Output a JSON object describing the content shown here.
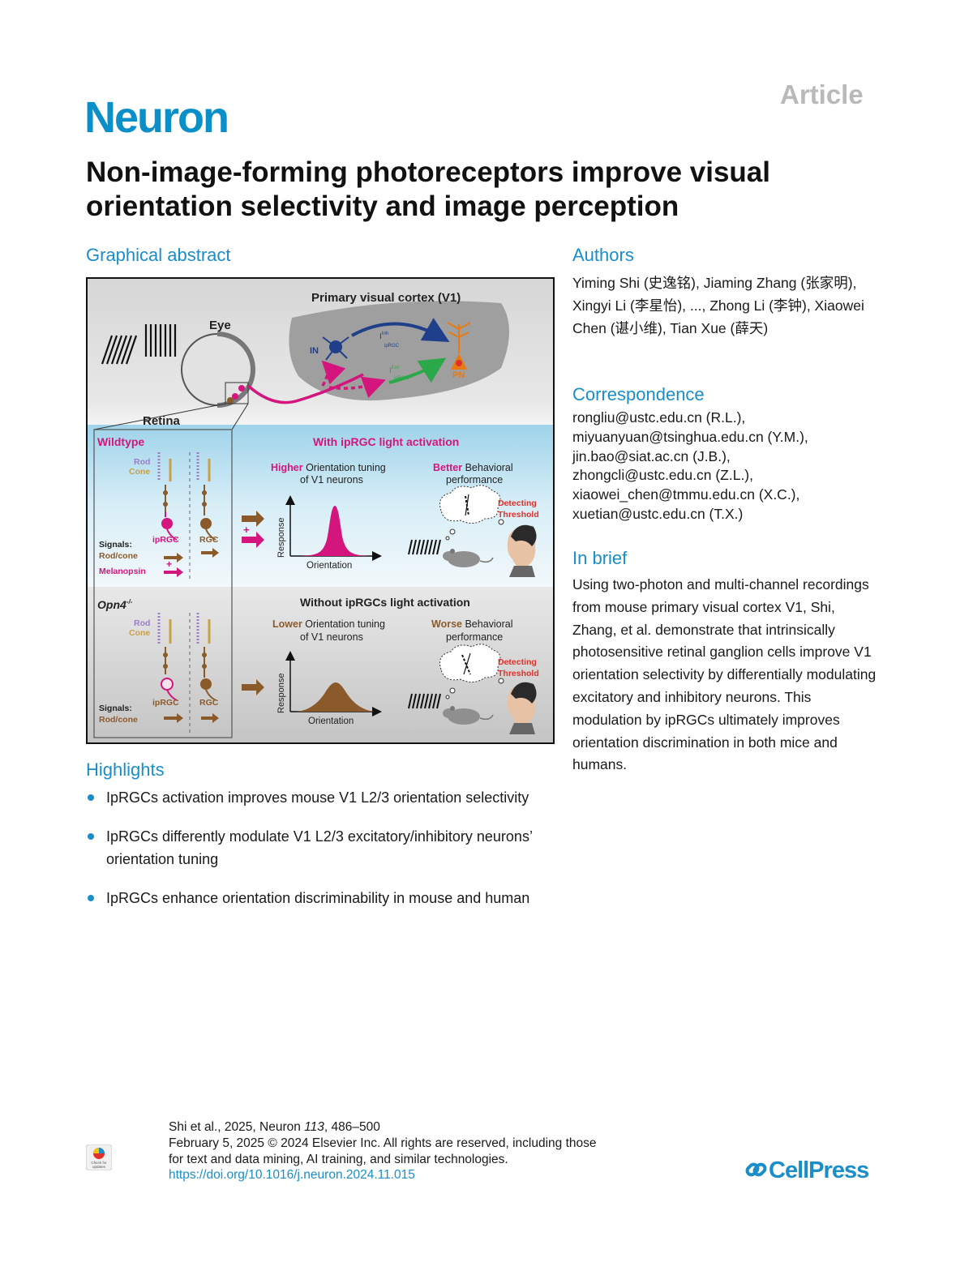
{
  "header": {
    "article_type": "Article",
    "journal": "Neuron",
    "title": "Non-image-forming photoreceptors improve visual orientation selectivity and image perception"
  },
  "graphical_abstract": {
    "heading": "Graphical abstract",
    "v1_label": "Primary visual cortex (V1)",
    "eye_label": "Eye",
    "retina_label": "Retina",
    "in_label": "IN",
    "pn_label": "PN",
    "i_label": "I",
    "inh_sup": "Inh",
    "exc_sup": "Exc",
    "iprgc_sub": "ipRGC",
    "wildtype": {
      "label": "Wildtype",
      "panel_title": "With ipRGC light activation",
      "rod": "Rod",
      "cone": "Cone",
      "iprgc": "ipRGC",
      "rgc": "RGC",
      "signals": "Signals:",
      "rodcone": "Rod/cone",
      "melanopsin": "Melanopsin",
      "plus": "+",
      "tuning_emph": "Higher",
      "tuning_rest": " Orientation tuning",
      "tuning_line2": "of V1 neurons",
      "behav_emph": "Better",
      "behav_rest": " Behavioral",
      "behav_line2": "performance",
      "detecting": "Detecting",
      "threshold": "Threshold",
      "ylabel": "Response",
      "xlabel": "Orientation"
    },
    "knockout": {
      "label": "Opn4",
      "label_sup": "-/-",
      "panel_title": "Without ipRGCs light activation",
      "rod": "Rod",
      "cone": "Cone",
      "iprgc": "ipRGC",
      "rgc": "RGC",
      "signals": "Signals:",
      "rodcone": "Rod/cone",
      "tuning_emph": "Lower",
      "tuning_rest": " Orientation tuning",
      "tuning_line2": "of V1 neurons",
      "behav_emph": "Worse",
      "behav_rest": " Behavioral",
      "behav_line2": "performance",
      "detecting": "Detecting",
      "threshold": "Threshold",
      "ylabel": "Response",
      "xlabel": "Orientation"
    },
    "colors": {
      "magenta": "#d4157e",
      "brown": "#8b5a2b",
      "rod": "#9b7ec8",
      "cone": "#c9a04a",
      "red": "#e0312b",
      "navy": "#1f3f8a",
      "green": "#2ba84a",
      "orange": "#e87a12"
    }
  },
  "highlights": {
    "heading": "Highlights",
    "items": [
      "IpRGCs activation improves mouse V1 L2/3 orientation selectivity",
      "IpRGCs differently modulate V1 L2/3 excitatory/inhibitory neurons’ orientation tuning",
      "IpRGCs enhance orientation discriminability in mouse and human"
    ]
  },
  "authors": {
    "heading": "Authors",
    "text": "Yiming Shi (史逸铭), Jiaming Zhang (张家明), Xingyi Li (李星怡), ..., Zhong Li (李钟), Xiaowei Chen (谌小维), Tian Xue (薛天)"
  },
  "correspondence": {
    "heading": "Correspondence",
    "emails": [
      "rongliu@ustc.edu.cn (R.L.),",
      "miyuanyuan@tsinghua.edu.cn (Y.M.),",
      "jin.bao@siat.ac.cn (J.B.),",
      "zhongcli@ustc.edu.cn (Z.L.),",
      "xiaowei_chen@tmmu.edu.cn (X.C.),",
      "xuetian@ustc.edu.cn (T.X.)"
    ]
  },
  "in_brief": {
    "heading": "In brief",
    "text": "Using two-photon and multi-channel recordings from mouse primary visual cortex V1, Shi, Zhang, et al. demonstrate that intrinsically photosensitive retinal ganglion cells improve V1 orientation selectivity by differentially modulating excitatory and inhibitory neurons. This modulation by ipRGCs ultimately improves orientation discrimination in both mice and humans."
  },
  "footer": {
    "citation_prefix": "Shi et al., 2025, Neuron ",
    "volume": "113",
    "pages": ", 486–500",
    "line2": "February 5, 2025 © 2024 Elsevier Inc. All rights are reserved, including those",
    "line3": "for text and data mining, AI training, and similar technologies.",
    "doi": "https://doi.org/10.1016/j.neuron.2024.11.015",
    "publisher": "CellPress",
    "check_label_1": "Check for",
    "check_label_2": "updates"
  }
}
